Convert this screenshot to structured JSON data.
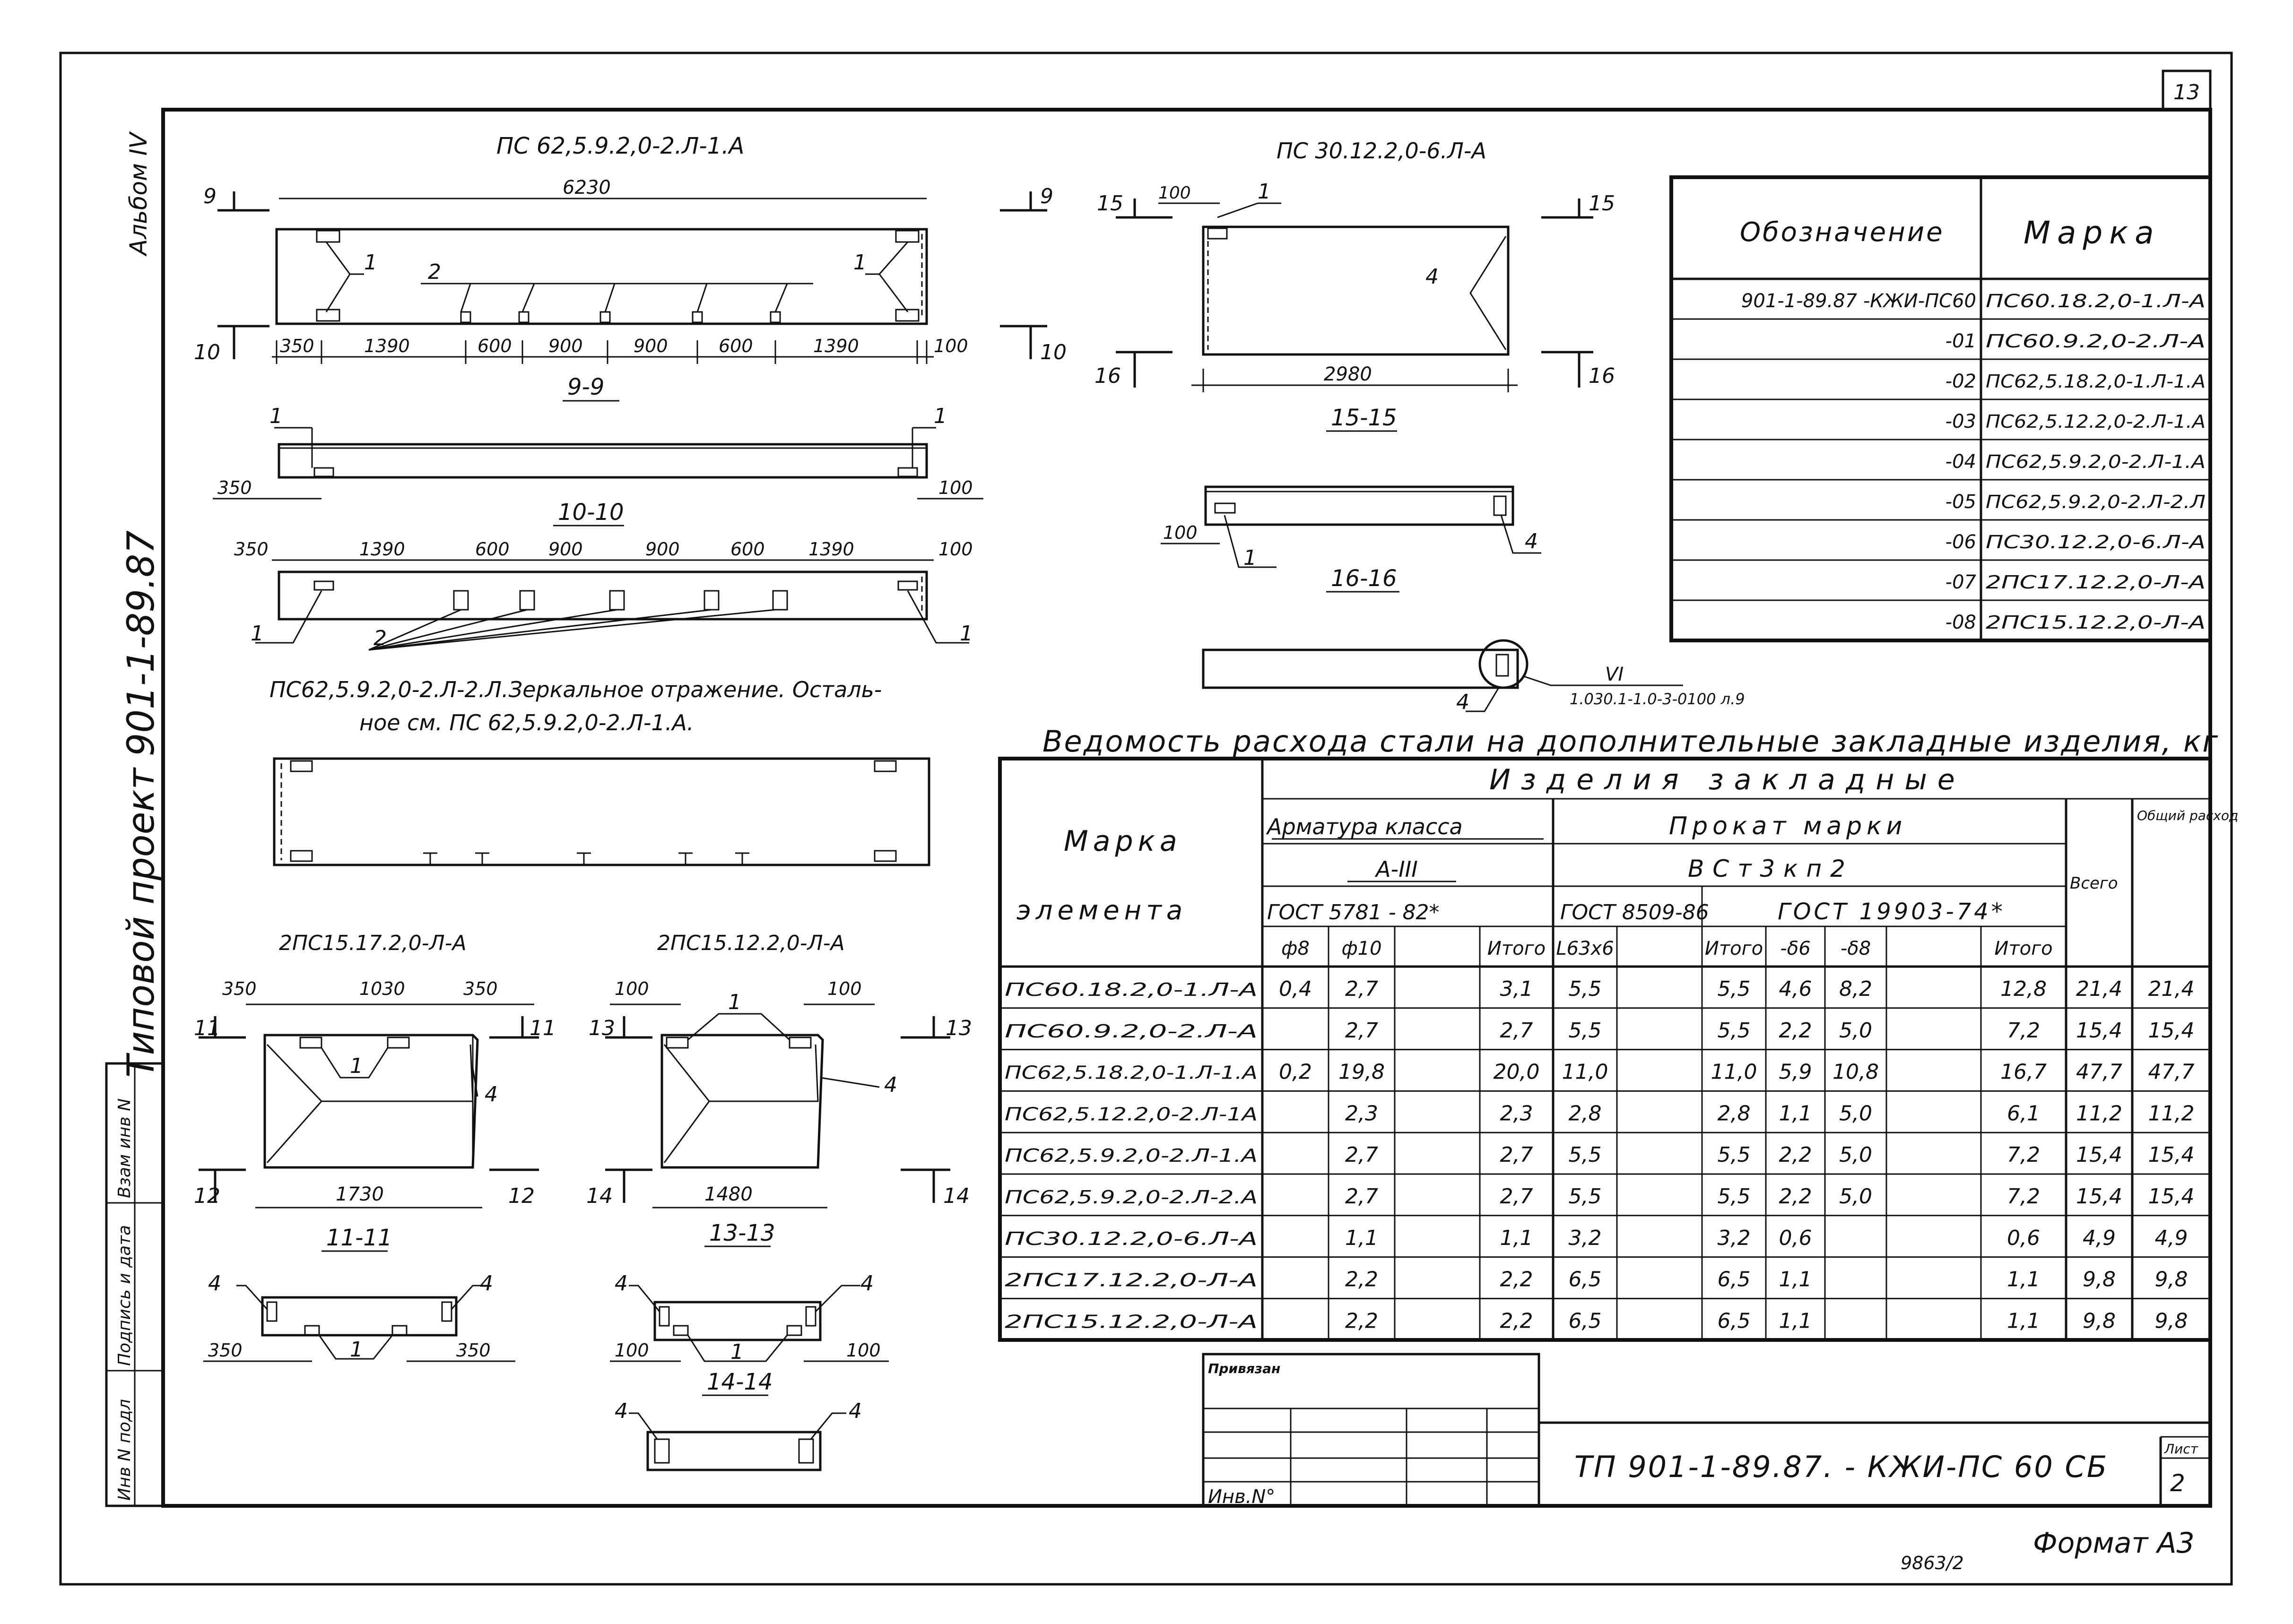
{
  "sheet_number": "13",
  "side_stamp": {
    "album": "Альбом IV",
    "project": "Типовой проект 901-1-89.87",
    "inv_podl": "Инв N подл",
    "podpis": "Подпись и дата",
    "vzam": "Взам инв N"
  },
  "drawings": {
    "panel_main": {
      "title": "ПС 62,5.9.2,0-2.Л-1.А",
      "overall": "6230",
      "dims": [
        "350",
        "1390",
        "600",
        "900",
        "900",
        "600",
        "1390",
        "100"
      ],
      "section_mark_a": "9",
      "section_mark_b": "10",
      "leaders": [
        "1",
        "2",
        "1"
      ],
      "section_title": "9-9"
    },
    "panel_section_10": {
      "title": "10-10",
      "dims_left": "350",
      "dims_right": "100",
      "leaders": [
        "1",
        "1"
      ]
    },
    "panel_plan": {
      "dims": [
        "350",
        "1390",
        "600",
        "900",
        "900",
        "600",
        "1390",
        "100"
      ],
      "leaders": [
        "1",
        "2",
        "1"
      ]
    },
    "mirror_note": {
      "line1": "ПС62,5.9.2,0-2.Л-2.Л.Зеркальное отражение. Осталь-",
      "line2": "ное см. ПС 62,5.9.2,0-2.Л-1.А."
    },
    "panel_30": {
      "title": "ПС 30.12.2,0-6.Л-А",
      "top_dim": "100",
      "length": "2980",
      "mark_a": "15",
      "mark_b": "16",
      "leaders": [
        "1",
        "4"
      ],
      "section_title": "15-15"
    },
    "panel_30_sec16": {
      "title": "16-16",
      "dim": "100",
      "leaders": [
        "1",
        "4"
      ]
    },
    "panel_30_detail": {
      "node": "VI",
      "ref": "1.030.1-1.0-3-0100 л.9",
      "leader": "4"
    },
    "panel_15_17": {
      "title": "2ПС15.17.2,0-Л-А",
      "dims_top": [
        "350",
        "1030",
        "350"
      ],
      "length": "1730",
      "mark_a": "11",
      "mark_b": "12",
      "leaders": [
        "1",
        "4"
      ],
      "section_title": "11-11",
      "sec_dims": [
        "350",
        "350"
      ],
      "sec_leaders": [
        "4",
        "1",
        "4"
      ]
    },
    "panel_15_12": {
      "title": "2ПС15.12.2,0-Л-А",
      "dims_top": [
        "100",
        "100"
      ],
      "length": "1480",
      "mark_a": "13",
      "mark_b": "14",
      "leaders": [
        "1",
        "4"
      ],
      "section_title": "13-13",
      "sec_dims": [
        "100",
        "100"
      ],
      "sec_leaders": [
        "4",
        "1",
        "4"
      ],
      "sec2_title": "14-14",
      "sec2_leaders": [
        "4",
        "4"
      ]
    }
  },
  "marks_table": {
    "header": [
      "Обозначение",
      "Марка"
    ],
    "rows": [
      {
        "code": "901-1-89.87  -КЖИ-ПС60",
        "mark": "ПС60.18.2,0-1.Л-А"
      },
      {
        "code": "-01",
        "mark": "ПС60.9.2,0-2.Л-А"
      },
      {
        "code": "-02",
        "mark": "ПС62,5.18.2,0-1.Л-1.А"
      },
      {
        "code": "-03",
        "mark": "ПС62,5.12.2,0-2.Л-1.А"
      },
      {
        "code": "-04",
        "mark": "ПС62,5.9.2,0-2.Л-1.А"
      },
      {
        "code": "-05",
        "mark": "ПС62,5.9.2,0-2.Л-2.Л"
      },
      {
        "code": "-06",
        "mark": "ПС30.12.2,0-6.Л-А"
      },
      {
        "code": "-07",
        "mark": "2ПС17.12.2,0-Л-А"
      },
      {
        "code": "-08",
        "mark": "2ПС15.12.2,0-Л-А"
      }
    ]
  },
  "steel_table": {
    "title": "Ведомость расхода стали на дополнительные закладные изделия, кг",
    "h_products": "Изделия закладные",
    "h_mark": "Марка",
    "h_element": "элемента",
    "h_rebar": "Арматура класса",
    "h_rebar_class": "А-III",
    "h_rebar_gost": "ГОСТ 5781 - 82*",
    "h_rolled": "Прокат марки",
    "h_rolled_grade": "ВСт3кп2",
    "h_gost8509": "ГОСТ 8509-86",
    "h_gost19903": "ГОСТ 19903-74*",
    "h_total": "Всего",
    "h_overall": "Общий расход",
    "sub": [
      "ф8",
      "ф10",
      "",
      "Итого",
      "L63x6",
      "",
      "Итого",
      "-δ6",
      "-δ8",
      "",
      "Итого"
    ],
    "rows": [
      {
        "mark": "ПС60.18.2,0-1.Л-А",
        "v": [
          "0,4",
          "2,7",
          "",
          "3,1",
          "5,5",
          "",
          "5,5",
          "4,6",
          "8,2",
          "",
          "12,8",
          "21,4",
          "21,4"
        ]
      },
      {
        "mark": "ПС60.9.2,0-2.Л-А",
        "v": [
          "",
          "2,7",
          "",
          "2,7",
          "5,5",
          "",
          "5,5",
          "2,2",
          "5,0",
          "",
          "7,2",
          "15,4",
          "15,4"
        ]
      },
      {
        "mark": "ПС62,5.18.2,0-1.Л-1.А",
        "v": [
          "0,2",
          "19,8",
          "",
          "20,0",
          "11,0",
          "",
          "11,0",
          "5,9",
          "10,8",
          "",
          "16,7",
          "47,7",
          "47,7"
        ]
      },
      {
        "mark": "ПС62,5.12.2,0-2.Л-1А",
        "v": [
          "",
          "2,3",
          "",
          "2,3",
          "2,8",
          "",
          "2,8",
          "1,1",
          "5,0",
          "",
          "6,1",
          "11,2",
          "11,2"
        ]
      },
      {
        "mark": "ПС62,5.9.2,0-2.Л-1.А",
        "v": [
          "",
          "2,7",
          "",
          "2,7",
          "5,5",
          "",
          "5,5",
          "2,2",
          "5,0",
          "",
          "7,2",
          "15,4",
          "15,4"
        ]
      },
      {
        "mark": "ПС62,5.9.2,0-2.Л-2.А",
        "v": [
          "",
          "2,7",
          "",
          "2,7",
          "5,5",
          "",
          "5,5",
          "2,2",
          "5,0",
          "",
          "7,2",
          "15,4",
          "15,4"
        ]
      },
      {
        "mark": "ПС30.12.2,0-6.Л-А",
        "v": [
          "",
          "1,1",
          "",
          "1,1",
          "3,2",
          "",
          "3,2",
          "0,6",
          "",
          "",
          "0,6",
          "4,9",
          "4,9"
        ]
      },
      {
        "mark": "2ПС17.12.2,0-Л-А",
        "v": [
          "",
          "2,2",
          "",
          "2,2",
          "6,5",
          "",
          "6,5",
          "1,1",
          "",
          "",
          "1,1",
          "9,8",
          "9,8"
        ]
      },
      {
        "mark": "2ПС15.12.2,0-Л-А",
        "v": [
          "",
          "2,2",
          "",
          "2,2",
          "6,5",
          "",
          "6,5",
          "1,1",
          "",
          "",
          "1,1",
          "9,8",
          "9,8"
        ]
      }
    ]
  },
  "title_block": {
    "privyazan": "Привязан",
    "inv": "Инв.N°",
    "code": "ТП 901-1-89.87.   -  КЖИ-ПС 60  СБ",
    "list_label": "Лист",
    "list": "2"
  },
  "format": "Формат А3",
  "doc_number": "9863/2"
}
